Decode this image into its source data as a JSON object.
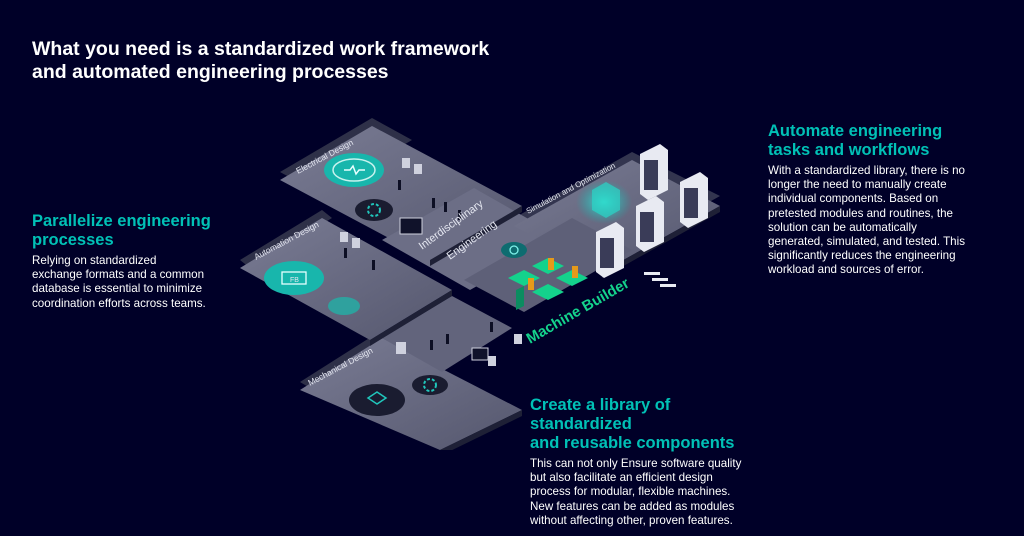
{
  "title": {
    "line1": "What you need is a standardized work framework",
    "line2": "and automated engineering processes"
  },
  "left_block": {
    "heading_line1": "Parallelize engineering",
    "heading_line2": "processes",
    "body": [
      "Relying on standardized",
      "exchange formats and a common",
      "database is essential to minimize",
      "coordination efforts across teams."
    ]
  },
  "right_block": {
    "heading_line1": "Automate engineering",
    "heading_line2": "tasks and workflows",
    "body": [
      "With a standardized library, there is no",
      "longer the need to manually create",
      "individual components. Based on",
      "pretested modules and routines, the",
      "solution can be automatically",
      "generated, simulated, and tested. This",
      "significantly reduces the engineering",
      "workload and sources of error."
    ]
  },
  "bottom_block": {
    "heading_line1": "Create a library of",
    "heading_line2": "standardized",
    "heading_line3": "and reusable components",
    "body": [
      "This can not only Ensure software quality",
      "but also facilitate an efficient design",
      "process for modular, flexible machines.",
      "New features can be added as modules",
      "without affecting other, proven features."
    ]
  },
  "diagram": {
    "electrical": "Electrical Design",
    "automation": "Automation Design",
    "mechanical": "Mechanical Design",
    "simulation": "Simulation and Optimization",
    "interdisciplinary_line1": "Interdisciplinary",
    "interdisciplinary_line2": "Engineering",
    "machine_builder": "Machine Builder",
    "fb_label": "FB"
  },
  "colors": {
    "background": "#000028",
    "accent_teal": "#00c1b6",
    "floor": "#6c6e86",
    "wall": "#2e3048",
    "module_green": "#14d28c"
  },
  "icons": [
    "electrical-circuit-icon",
    "gear-icon",
    "function-block-icon",
    "cube-design-icon",
    "network-icon",
    "server-rack-icon"
  ]
}
